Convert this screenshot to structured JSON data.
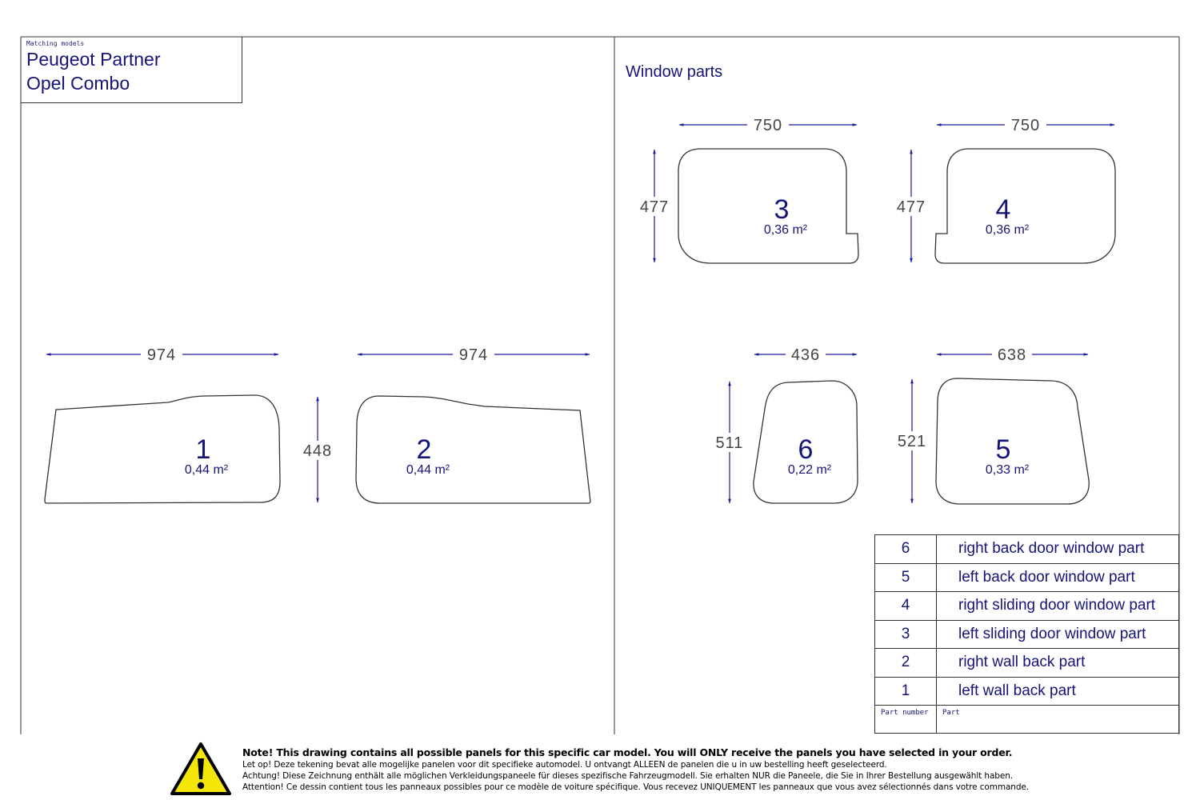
{
  "models": {
    "caption": "Matching models",
    "names": [
      "Peugeot Partner",
      "Opel Combo"
    ]
  },
  "section_title": "Window parts",
  "panels": [
    {
      "number": "1",
      "area": "0,44 m²"
    },
    {
      "number": "2",
      "area": "0,44 m²"
    },
    {
      "number": "3",
      "area": "0,36 m²"
    },
    {
      "number": "4",
      "area": "0,36 m²"
    },
    {
      "number": "6",
      "area": "0,22 m²"
    },
    {
      "number": "5",
      "area": "0,33 m²"
    }
  ],
  "dimensions": {
    "panel1_width": "974",
    "panel2_width": "974",
    "panels12_height": "448",
    "panel3_width": "750",
    "panel3_height": "477",
    "panel4_width": "750",
    "panel4_height": "477",
    "panel6_width": "436",
    "panel6_height": "511",
    "panel5_width": "638",
    "panel5_height": "521"
  },
  "parts_table": {
    "rows": [
      {
        "number": "6",
        "part": "right back door window part"
      },
      {
        "number": "5",
        "part": "left back door window part"
      },
      {
        "number": "4",
        "part": "right sliding door window part"
      },
      {
        "number": "3",
        "part": "left sliding door window part"
      },
      {
        "number": "2",
        "part": "right wall back part"
      },
      {
        "number": "1",
        "part": "left wall back part"
      }
    ],
    "header_number": "Part number",
    "header_part": "Part"
  },
  "notice": {
    "icon": "warning-triangle-icon",
    "main": "Note! This drawing contains all possible panels for this specific car model. You will ONLY receive the panels you have selected in your order.",
    "lines": [
      "Let op! Deze tekening bevat alle mogelijke panelen voor dit specifieke automodel. U ontvangt ALLEEN de panelen die u in uw bestelling heeft geselecteerd.",
      "Achtung! Diese Zeichnung enthält alle möglichen Verkleidungspaneele für dieses spezifische Fahrzeugmodell. Sie erhalten NUR die Paneele, die Sie in Ihrer Bestellung ausgewählt haben.",
      "Attention! Ce dessin contient tous les panneaux possibles pour ce modèle de voiture spécifique. Vous recevez UNIQUEMENT les panneaux que vous avez sélectionnés dans votre commande."
    ]
  },
  "colors": {
    "ink": "#141478",
    "outline": "#333333",
    "arrow": "#1a1a9a",
    "warning": "#f5e60a"
  }
}
